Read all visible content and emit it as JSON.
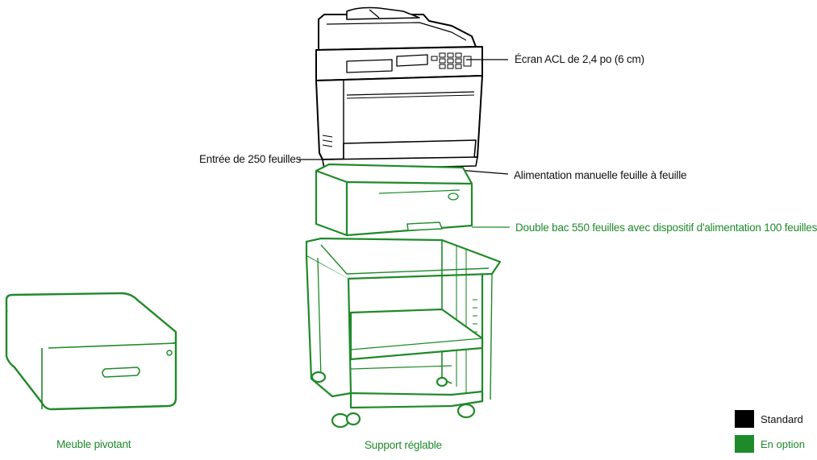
{
  "callouts": {
    "screen": "Écran ACL de 2,4 po (6 cm)",
    "input_250": "Entrée de 250 feuilles",
    "manual_feed": "Alimentation manuelle feuille à feuille",
    "dual_tray": "Double bac 550 feuilles avec dispositif d'alimentation 100 feuilles"
  },
  "captions": {
    "swivel_cabinet": "Meuble pivotant",
    "adjustable_stand": "Support réglable"
  },
  "legend": {
    "standard": "Standard",
    "optional": "En option"
  },
  "colors": {
    "standard": "#000000",
    "optional": "#1f8a2a"
  }
}
